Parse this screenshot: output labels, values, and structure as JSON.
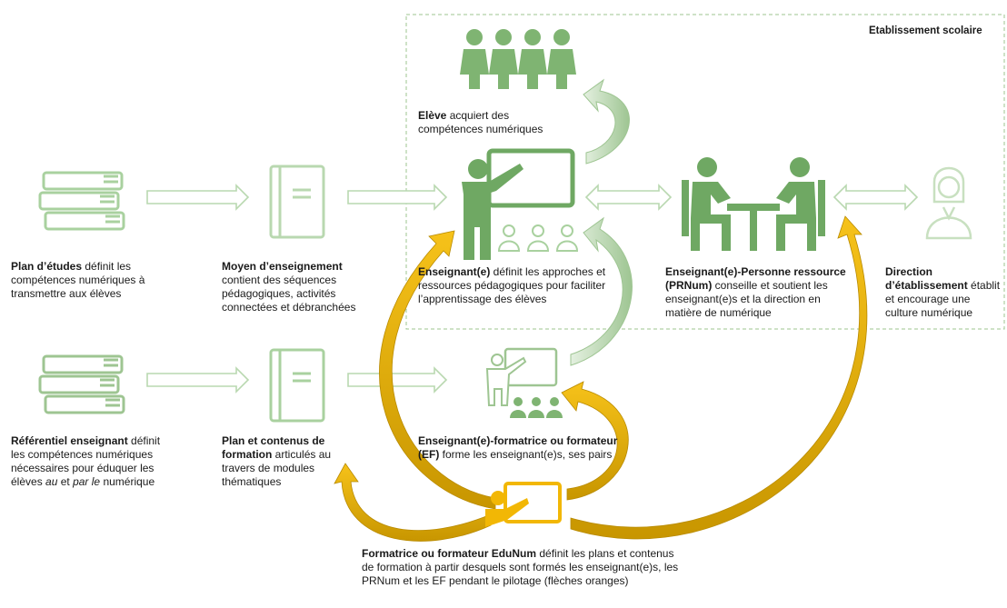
{
  "school": {
    "label": "Etablissement scolaire"
  },
  "blocks": {
    "plan_etudes": {
      "bold": "Plan d’études",
      "rest": " définit les compétences numériques à transmettre aux élèves"
    },
    "moyen": {
      "bold": "Moyen d’enseignement",
      "rest": " contient des séquences pédagogiques, activités connectées et débranchées"
    },
    "eleve": {
      "bold": "Elève",
      "rest": " acquiert des compétences numériques"
    },
    "enseignant": {
      "bold": "Enseignant(e)",
      "rest": " définit les approches et ressources pédagogiques pour faciliter l’apprentissage des élèves"
    },
    "prnum": {
      "bold": "Enseignant(e)-Personne ressource (PRNum)",
      "rest": " conseille et soutient les enseignant(e)s et la direction en matière de numérique"
    },
    "direction": {
      "bold": "Direction d’établissement",
      "rest": " établit et encourage une culture numérique"
    },
    "referentiel": {
      "bold": "Référentiel enseignant",
      "rest1": " définit les compétences numériques nécessaires pour éduquer les élèves ",
      "it1": "au",
      "mid": " et ",
      "it2": "par le",
      "rest2": " numérique"
    },
    "plan_formation": {
      "bold": "Plan et contenus de formation",
      "rest": " articulés au travers de modules thématiques"
    },
    "formateur_ef": {
      "bold": "Enseignant(e)-formatrice ou formateur (EF)",
      "rest": " forme les enseignant(e)s, ses pairs"
    },
    "edunum": {
      "bold": "Formatrice ou formateur EduNum",
      "rest": " définit les plans et contenus de formation à partir desquels sont formés les enseignant(e)s, les PRNum et les EF pendant le pilotage (flèches oranges)"
    }
  },
  "icons": {
    "books_1": "books-icon",
    "books_2": "books-icon",
    "notebook_1": "notebook-icon",
    "notebook_2": "notebook-icon",
    "students": "students-group-icon",
    "teacher": "teacher-board-icon",
    "meeting": "meeting-table-icon",
    "director": "director-person-icon",
    "trainer_ef": "trainer-board-icon",
    "trainer_edunum": "trainer-edunum-icon"
  },
  "colors": {
    "green_dark": "#6fa863",
    "green_light": "#a9d19f",
    "green_pale": "#cfe4c8",
    "orange": "#f2b705",
    "orange_dark": "#c89600",
    "text": "#1a1a1a",
    "frame": "#9cc48f"
  }
}
